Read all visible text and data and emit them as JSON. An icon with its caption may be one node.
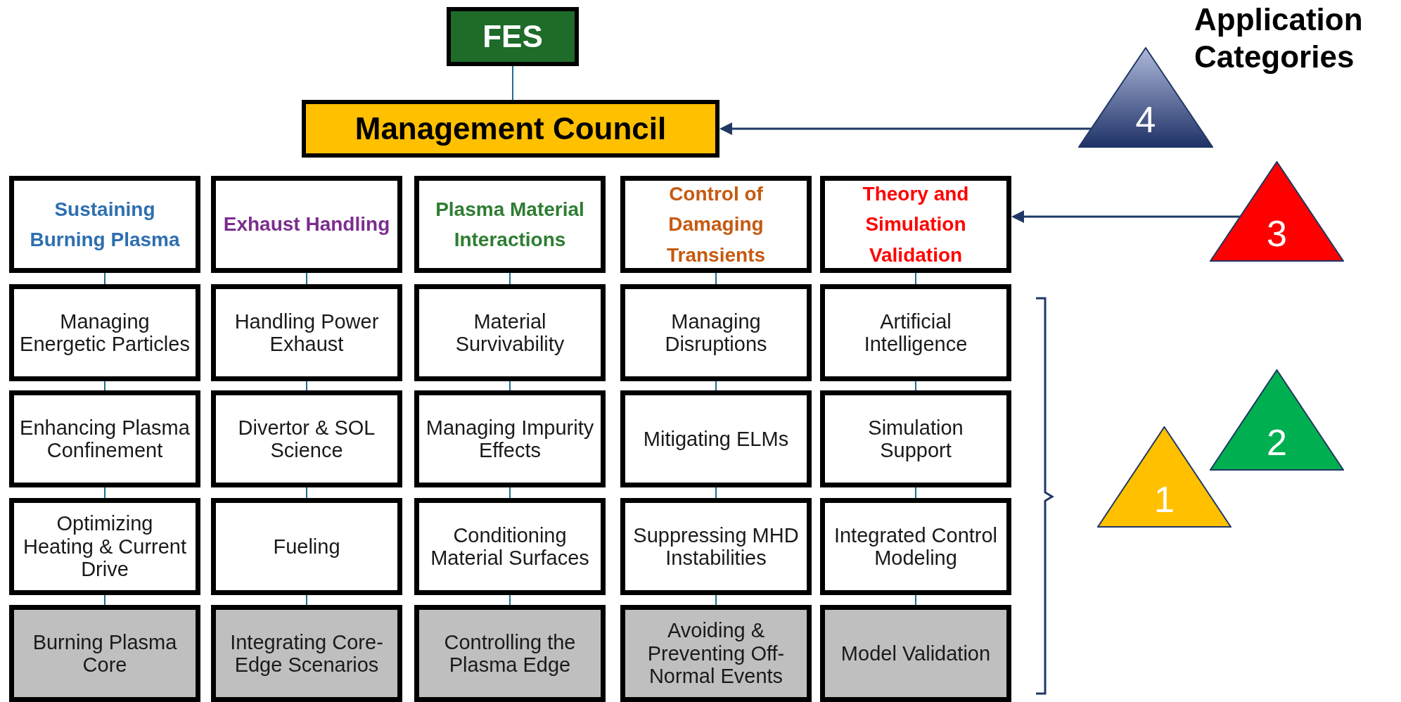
{
  "diagram": {
    "nodes": [
      {
        "text": [
          "FES"
        ]
      },
      {
        "text": [
          "Management Council"
        ]
      },
      {
        "text": [
          "Sustaining Burning Plasma"
        ]
      },
      {
        "text": [
          "Exhaust Handling"
        ]
      },
      {
        "text": [
          "Plasma Material Interactions"
        ]
      },
      {
        "text": [
          "Control of Damaging Transients"
        ]
      },
      {
        "text": [
          "Theory and Simulation Validation"
        ]
      },
      {
        "text": [
          "Managing Energetic Particles"
        ]
      },
      {
        "text": [
          "Handling Power Exhaust"
        ]
      },
      {
        "text": [
          "Material Survivability"
        ]
      },
      {
        "text": [
          "Managing Disruptions"
        ]
      },
      {
        "text": [
          "Artificial Intelligence"
        ]
      },
      {
        "text": [
          "Enhancing Plasma Confinement"
        ]
      },
      {
        "text": [
          "Divertor & SOL Science"
        ]
      },
      {
        "text": [
          "Managing Impurity Effects"
        ]
      },
      {
        "text": [
          "Mitigating ELMs"
        ]
      },
      {
        "text": [
          "Simulation Support"
        ]
      },
      {
        "text": [
          "Optimizing Heating & Current Drive"
        ]
      },
      {
        "text": [
          "Fueling"
        ]
      },
      {
        "text": [
          "Conditioning Material Surfaces"
        ]
      },
      {
        "text": [
          "Suppressing MHD Instabilities"
        ]
      },
      {
        "text": [
          "Integrated Control Modeling"
        ]
      },
      {
        "text": [
          "Burning Plasma Core"
        ]
      },
      {
        "text": [
          "Integrating Core-Edge Scenarios"
        ]
      },
      {
        "text": [
          "Controlling the Plasma Edge"
        ]
      },
      {
        "text": [
          "Avoiding & Preventing Off-Normal Events"
        ]
      },
      {
        "text": [
          "Model Validation"
        ]
      },
      {
        "text": [
          "4"
        ]
      },
      {
        "text": [
          "3"
        ]
      },
      {
        "text": [
          "2"
        ]
      },
      {
        "text": [
          "1"
        ]
      }
    ],
    "edges": [
      {
        "from": 0,
        "to": 1,
        "arrow": "none"
      },
      {
        "from": 2,
        "to": 7,
        "arrow": "none"
      },
      {
        "from": 7,
        "to": 12,
        "arrow": "none"
      },
      {
        "from": 12,
        "to": 17,
        "arrow": "none"
      },
      {
        "from": 17,
        "to": 22,
        "arrow": "none"
      },
      {
        "from": 3,
        "to": 8,
        "arrow": "none"
      },
      {
        "from": 8,
        "to": 13,
        "arrow": "none"
      },
      {
        "from": 13,
        "to": 18,
        "arrow": "none"
      },
      {
        "from": 18,
        "to": 23,
        "arrow": "none"
      },
      {
        "from": 4,
        "to": 9,
        "arrow": "none"
      },
      {
        "from": 9,
        "to": 14,
        "arrow": "none"
      },
      {
        "from": 14,
        "to": 19,
        "arrow": "none"
      },
      {
        "from": 19,
        "to": 24,
        "arrow": "none"
      },
      {
        "from": 5,
        "to": 10,
        "arrow": "none"
      },
      {
        "from": 10,
        "to": 15,
        "arrow": "none"
      },
      {
        "from": 15,
        "to": 20,
        "arrow": "none"
      },
      {
        "from": 20,
        "to": 25,
        "arrow": "none"
      },
      {
        "from": 6,
        "to": 11,
        "arrow": "none"
      },
      {
        "from": 11,
        "to": 16,
        "arrow": "none"
      },
      {
        "from": 16,
        "to": 21,
        "arrow": "none"
      },
      {
        "from": 21,
        "to": 26,
        "arrow": "none"
      },
      {
        "from": 27,
        "to": 1,
        "arrow": "to",
        "color": "#1f3864"
      },
      {
        "from": 28,
        "to": 6,
        "arrow": "to",
        "color": "#1f3864"
      }
    ],
    "labels": [
      "Application Categories"
    ]
  }
}
